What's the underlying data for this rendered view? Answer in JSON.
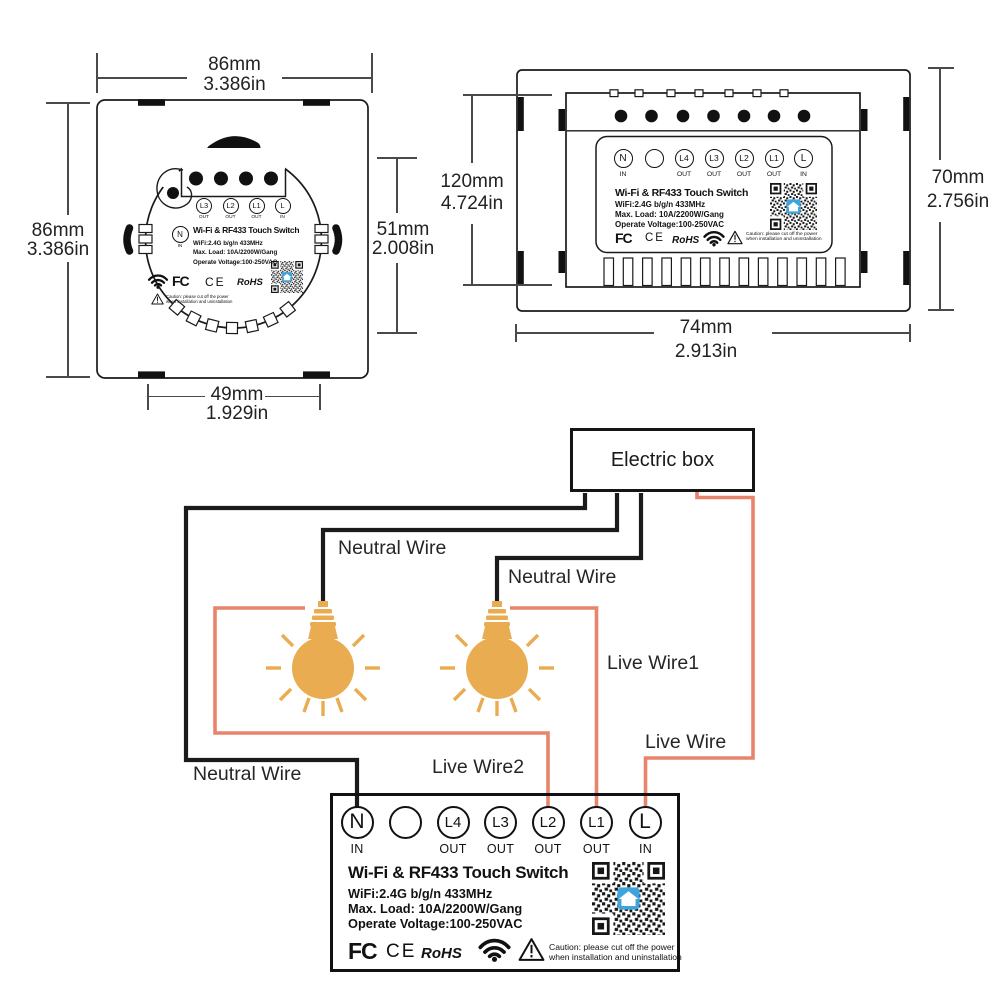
{
  "product": {
    "title": "Wi-Fi & RF433 Touch Switch",
    "spec_wifi": "WiFi:2.4G b/g/n 433MHz",
    "spec_load": "Max. Load: 10A/2200W/Gang",
    "spec_voltage": "Operate Voltage:100-250VAC",
    "cert_fcc": "FC",
    "cert_ce": "CE",
    "cert_rohs": "RoHS",
    "caution_line1": "Caution: please cut off the power",
    "caution_line2": "when installation and uninstallation"
  },
  "front_view": {
    "dim_top_mm": "86mm",
    "dim_top_in": "3.386in",
    "dim_left_mm": "86mm",
    "dim_left_in": "3.386in",
    "dim_right_mm": "51mm",
    "dim_right_in": "2.008in",
    "dim_bottom_mm": "49mm",
    "dim_bottom_in": "1.929in",
    "terminal_n": {
      "label": "N",
      "sub": "IN"
    },
    "terminals": [
      {
        "label": "L3",
        "sub": "OUT"
      },
      {
        "label": "L2",
        "sub": "OUT"
      },
      {
        "label": "L1",
        "sub": "OUT"
      },
      {
        "label": "L",
        "sub": "IN"
      }
    ]
  },
  "back_view": {
    "dim_left_mm": "120mm",
    "dim_left_in": "4.724in",
    "dim_right_mm": "70mm",
    "dim_right_in": "2.756in",
    "dim_bottom_mm": "74mm",
    "dim_bottom_in": "2.913in",
    "terminals": [
      {
        "label": "N",
        "sub": "IN"
      },
      {
        "label": "",
        "sub": ""
      },
      {
        "label": "L4",
        "sub": "OUT"
      },
      {
        "label": "L3",
        "sub": "OUT"
      },
      {
        "label": "L2",
        "sub": "OUT"
      },
      {
        "label": "L1",
        "sub": "OUT"
      },
      {
        "label": "L",
        "sub": "IN"
      }
    ]
  },
  "wiring": {
    "electric_box": "Electric box",
    "neutral_wire_top": "Neutral Wire",
    "neutral_wire_mid": "Neutral Wire",
    "neutral_wire_bottom": "Neutral Wire",
    "live_wire1": "Live Wire1",
    "live_wire2": "Live Wire2",
    "live_wire": "Live Wire",
    "terminals": [
      {
        "label": "N",
        "sub": "IN"
      },
      {
        "label": "",
        "sub": ""
      },
      {
        "label": "L4",
        "sub": "OUT"
      },
      {
        "label": "L3",
        "sub": "OUT"
      },
      {
        "label": "L2",
        "sub": "OUT"
      },
      {
        "label": "L1",
        "sub": "OUT"
      },
      {
        "label": "L",
        "sub": "IN"
      }
    ]
  },
  "colors": {
    "neutral_wire": "#1B1B1B",
    "live_wire": "#E8836C",
    "bulb": "#EAAC50",
    "qr_house": "#3FA4DC"
  }
}
